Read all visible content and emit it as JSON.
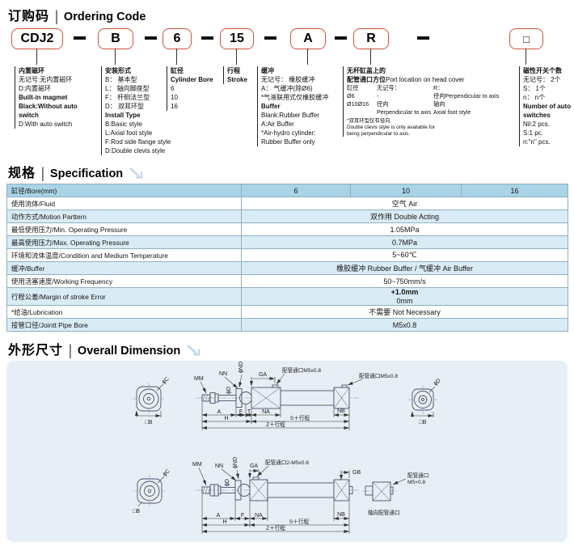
{
  "sections": {
    "ordering": {
      "title_zh": "订购码",
      "title_en": "Ordering Code"
    },
    "spec": {
      "title_zh": "规格",
      "title_en": "Specification"
    },
    "dimension": {
      "title_zh": "外形尺寸",
      "title_en": "Overall Dimension"
    }
  },
  "ordering": {
    "separator": "-",
    "code_parts": [
      "CDJ2",
      "B",
      "6",
      "15",
      "A",
      "R",
      "□"
    ],
    "groups": [
      {
        "lines": [
          {
            "t": "内置磁环",
            "b": true
          },
          {
            "t": "无记号:无内置磁环"
          },
          {
            "t": "D:内置磁环"
          },
          {
            "t": "Built-in magmet",
            "b": true
          },
          {
            "t": "Black:Without auto",
            "b": true
          },
          {
            "t": "switch",
            "b": true
          },
          {
            "t": "D:With auto switch"
          }
        ]
      },
      {
        "lines": [
          {
            "t": "安装形式",
            "b": true
          },
          {
            "t": "B： 基本型"
          },
          {
            "t": "L： 轴向脚座型"
          },
          {
            "t": "F： 杆侧法兰型"
          },
          {
            "t": "D： 双耳环型"
          },
          {
            "t": "Install Type",
            "b": true
          },
          {
            "t": "B:Basic style"
          },
          {
            "t": "L:Axial foot style"
          },
          {
            "t": "F:Rod side flange style"
          },
          {
            "t": "D:Double clevis style"
          }
        ]
      },
      {
        "lines": [
          {
            "t": "缸径",
            "b": true
          },
          {
            "t": "Cylinder Bore",
            "b": true
          },
          {
            "t": "6"
          },
          {
            "t": "10"
          },
          {
            "t": "16"
          }
        ]
      },
      {
        "lines": [
          {
            "t": "行程",
            "b": true
          },
          {
            "t": "Stroke",
            "b": true
          }
        ]
      },
      {
        "lines": [
          {
            "t": "缓冲",
            "b": true
          },
          {
            "t": "无记号： 橡胶缓冲"
          },
          {
            "t": "A： 气缓冲(除Ø6)"
          },
          {
            "t": "*气液联用式仅橡胶缓冲"
          },
          {
            "t": "Buffer",
            "b": true
          },
          {
            "t": "Blank:Rubber Buffer"
          },
          {
            "t": "A:Air Buffer"
          },
          {
            "t": "*Air-hydro cylinder:"
          },
          {
            "t": "Rubber Buffer only"
          }
        ]
      },
      {
        "lines": [
          {
            "t": "磁性开关个数",
            "b": true
          },
          {
            "t": "无记号： 2个"
          },
          {
            "t": "S： 1个"
          },
          {
            "t": "n： n个"
          },
          {
            "t": "Number of auto",
            "b": true
          },
          {
            "t": "switches",
            "b": true
          },
          {
            "t": "Nil:2 pcs."
          },
          {
            "t": "S:1 pc."
          },
          {
            "t": "n:\"n\" pcs."
          }
        ]
      }
    ],
    "port_group": {
      "title1": "无杆缸盖上的",
      "title2_zh": "配管通口方位",
      "title2_en": "Port location on head cover",
      "table_rows": [
        [
          "缸径",
          "无记号：",
          "R："
        ],
        [
          "Ø6",
          "-",
          "径向Perpendicular to axis"
        ],
        [
          "Ø10Ø16",
          "径向",
          "轴向"
        ],
        [
          "",
          "Perpendicular to axis",
          "Axial foot style"
        ]
      ],
      "notes": [
        {
          "t": "*双耳环型仅有径向"
        },
        {
          "t": "Double clevis style is only available for"
        },
        {
          "t": "being perpendicular to axis."
        }
      ]
    }
  },
  "spec": {
    "rows": [
      {
        "label": "缸径/Bore(mm)",
        "cells": [
          "6",
          "10",
          "16"
        ],
        "header": true
      },
      {
        "label": "使用流体/Fluid",
        "value": "空气  Air"
      },
      {
        "label": "动作方式/Motion Parttern",
        "value": "双作用  Double Acting",
        "alt": true
      },
      {
        "label": "最低使用压力/Min. Operating Pressure",
        "value": "1.05MPa"
      },
      {
        "label": "最高使用压力/Max. Operating Pressure",
        "value": "0.7MPa",
        "alt": true
      },
      {
        "label": "环境和流体温度/Condition and Medium Temperature",
        "value": "5~60℃"
      },
      {
        "label": "缓冲/Buffer",
        "value": "橡胶缓冲 Rubber Buffer    /    气缓冲  Air Buffer",
        "alt": true
      },
      {
        "label": "使用活塞速度/Working Frequency",
        "value": "50~750mm/s"
      },
      {
        "label": "行程公差/Margin of stroke Error",
        "value": "+1.0mm",
        "value2": "0mm",
        "alt": true
      },
      {
        "label": "*给油/Lubrication",
        "value": "不需要  Not Necessary"
      },
      {
        "label": "接管口径/Jointt Pipe Bore",
        "value": "M5x0.8",
        "alt": true
      }
    ]
  },
  "drawing": {
    "d1": {
      "phiC": "ϕC",
      "sqB": "□B",
      "MM": "MM",
      "NN": "NN",
      "phiND": "ϕND",
      "phiD": "ϕD",
      "GA": "GA",
      "port1": "配管通口M5x0.8",
      "port2": "配管通口M5x0.8",
      "A": "A",
      "F": "F",
      "T": "T",
      "NA": "NA",
      "H": "H",
      "NB": "NB",
      "S": "S＋行程",
      "Z": "Z＋行程",
      "phiD2": "ϕD",
      "sqB2": "□B"
    },
    "d2": {
      "phiC": "ϕC",
      "sqB": "□B",
      "MM": "MM",
      "NN": "NN",
      "phiND": "ϕND",
      "phiD": "ϕD",
      "GA": "GA",
      "GB": "GB",
      "port1": "配管通口2-M5x0.8",
      "A": "A",
      "F": "F",
      "NA": "NA",
      "H": "H",
      "NB": "NB",
      "S": "S＋行程",
      "Z": "Z＋行程",
      "detail_label1": "配管通口",
      "detail_label2": "M5×0.8",
      "detail_caption": "轴向配管通口"
    }
  }
}
